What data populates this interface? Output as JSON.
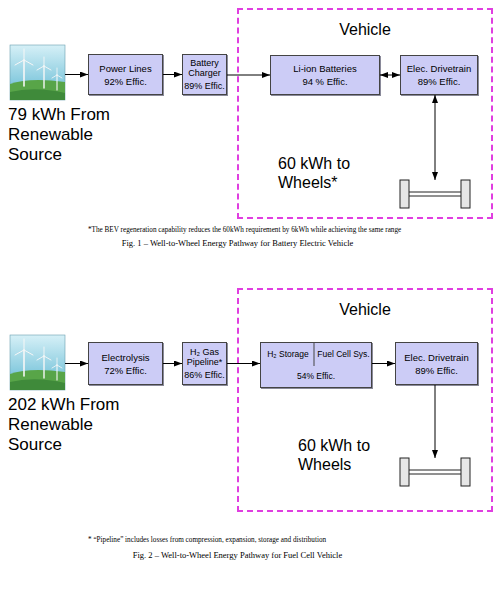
{
  "diagram": {
    "nodes": [
      {
        "text": [
          "79 kWh From Renewable Source"
        ]
      },
      {
        "text": [
          "Power Lines",
          "92% Effic."
        ]
      },
      {
        "text": [
          "Battery Charger",
          "89% Effic."
        ]
      },
      {
        "text": [
          "Vehicle"
        ]
      },
      {
        "text": [
          "Li-ion Batteries",
          "94 % Effic."
        ],
        "in": 3
      },
      {
        "text": [
          "Elec. Drivetrain",
          "89% Effic."
        ],
        "in": 3
      },
      {
        "text": [
          "60 kWh to Wheels*"
        ],
        "in": 3
      },
      {
        "text": [
          "202 kWh From Renewable Source"
        ]
      },
      {
        "text": [
          "Electrolysis",
          "72% Effic."
        ]
      },
      {
        "text": [
          "H₂ Gas Pipeline*",
          "86% Effic."
        ]
      },
      {
        "text": [
          "Vehicle"
        ]
      },
      {
        "text": [
          "H₂ Storage",
          "Fuel Cell Sys.",
          "54% Effic."
        ],
        "in": 10
      },
      {
        "text": [
          "Elec. Drivetrain",
          "89% Effic."
        ],
        "in": 10
      },
      {
        "text": [
          "60 kWh to Wheels"
        ],
        "in": 10
      }
    ],
    "edges": [
      {
        "from": 0,
        "to": 1,
        "arrow": "to"
      },
      {
        "from": 1,
        "to": 2,
        "arrow": "to"
      },
      {
        "from": 2,
        "to": 4,
        "arrow": "to"
      },
      {
        "from": 4,
        "to": 5,
        "arrow": "both"
      },
      {
        "from": 5,
        "to": 6,
        "arrow": "both"
      },
      {
        "from": 7,
        "to": 8,
        "arrow": "to"
      },
      {
        "from": 8,
        "to": 9,
        "arrow": "to"
      },
      {
        "from": 9,
        "to": 11,
        "arrow": "to"
      },
      {
        "from": 11,
        "to": 12,
        "arrow": "to"
      },
      {
        "from": 12,
        "to": 13,
        "arrow": "to"
      }
    ],
    "labels": [
      "*The BEV regeneration capability reduces the 60kWh requirement by 6kWh while achieving the same range",
      "Fig. 1 – Well-to-Wheel Energy Pathway for Battery Electric Vehicle",
      "* “Pipeline” includes losses from compression, expansion, storage and distribution",
      "Fig. 2 – Well-to-Wheel Energy Pathway for Fuel Cell Vehicle"
    ]
  }
}
